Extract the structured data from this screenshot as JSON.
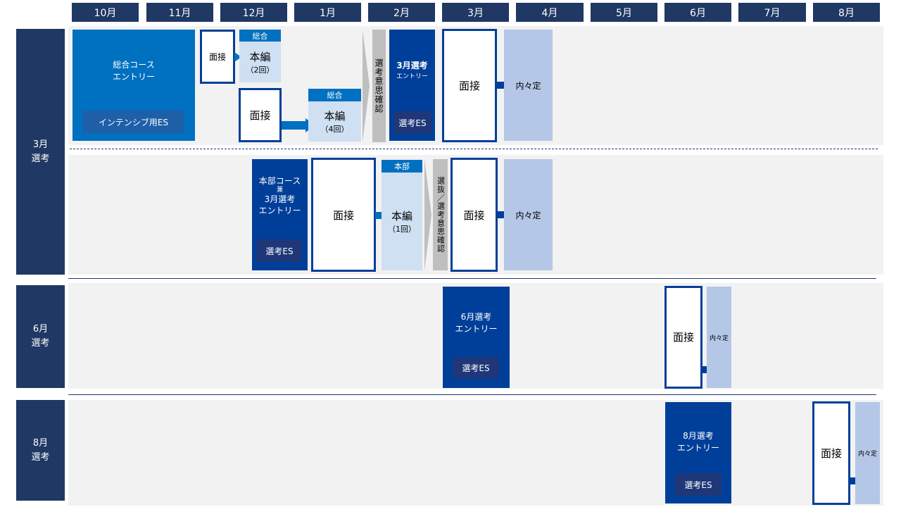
{
  "months": [
    "10月",
    "11月",
    "12月",
    "1月",
    "2月",
    "3月",
    "4月",
    "5月",
    "6月",
    "7月",
    "8月"
  ],
  "rows": {
    "march": {
      "l1": "3月",
      "l2": "選考"
    },
    "june": {
      "l1": "6月",
      "l2": "選考"
    },
    "august": {
      "l1": "8月",
      "l2": "選考"
    }
  },
  "march_a": {
    "entry_l1": "総合コース",
    "entry_l2": "エントリー",
    "entry_es": "インテンシブ用ES",
    "interview_small": "面接",
    "main2_header": "総合",
    "main2_l1": "本編",
    "main2_l2": "（2回）",
    "interview_mid": "面接",
    "main4_header": "総合",
    "main4_l1": "本編",
    "main4_l2": "（4回）",
    "confirm": "選考意思確認",
    "entry3_l1": "3月選考",
    "entry3_l2": "エントリー",
    "entry3_es": "選考ES",
    "interview_final": "面接",
    "offer": "内々定"
  },
  "march_b": {
    "entry_l1": "本部コース",
    "entry_l2": "兼",
    "entry_l3": "3月選考",
    "entry_l4": "エントリー",
    "entry_es": "選考ES",
    "interview": "面接",
    "main_header": "本部",
    "main_l1": "本編",
    "main_l2": "（1回）",
    "select": "選抜／選考意思確認",
    "interview_final": "面接",
    "offer": "内々定"
  },
  "june": {
    "entry_l1": "6月選考",
    "entry_l2": "エントリー",
    "entry_es": "選考ES",
    "interview": "面接",
    "offer": "内々定"
  },
  "august": {
    "entry_l1": "8月選考",
    "entry_l2": "エントリー",
    "entry_es": "選考ES",
    "interview": "面接",
    "offer": "内々定"
  },
  "colors": {
    "navy": "#1f3864",
    "blue": "#0070c0",
    "dark_blue": "#003f99",
    "light_blue": "#cfe0f3",
    "offer_blue": "#b4c7e7",
    "gray": "#bfbfbf"
  }
}
